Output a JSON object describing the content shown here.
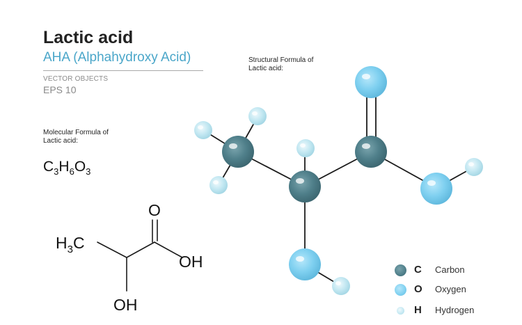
{
  "header": {
    "title": "Lactic acid",
    "subtitle": "AHA (Alphahydroxy Acid)",
    "vector_objects": "VECTOR OBJECTS",
    "eps": "EPS 10"
  },
  "structural_label": "Structural  Formula of Lactic acid:",
  "molecular": {
    "label": "Molecular Formula of Lactic acid:",
    "formula": {
      "c": "C",
      "c_count": "3",
      "h": "H",
      "h_count": "6",
      "o": "O",
      "o_count": "3"
    }
  },
  "skeletal": {
    "h3c_h": "H",
    "h3c_sub": "3",
    "h3c_c": "C",
    "carbonyl_o": "O",
    "oh_acid": "OH",
    "oh_alpha": "OH"
  },
  "colors": {
    "carbon": "#4f7f8a",
    "oxygen": "#7fd0f0",
    "hydrogen": "#c4e8f2",
    "accent": "#4aa6c9",
    "bond": "#1c1c1c"
  },
  "legend": [
    {
      "symbol": "C",
      "name": "Carbon",
      "icon": "carbon-atom-icon"
    },
    {
      "symbol": "O",
      "name": "Oxygen",
      "icon": "oxygen-atom-icon"
    },
    {
      "symbol": "H",
      "name": "Hydrogen",
      "icon": "hydrogen-atom-icon"
    }
  ]
}
